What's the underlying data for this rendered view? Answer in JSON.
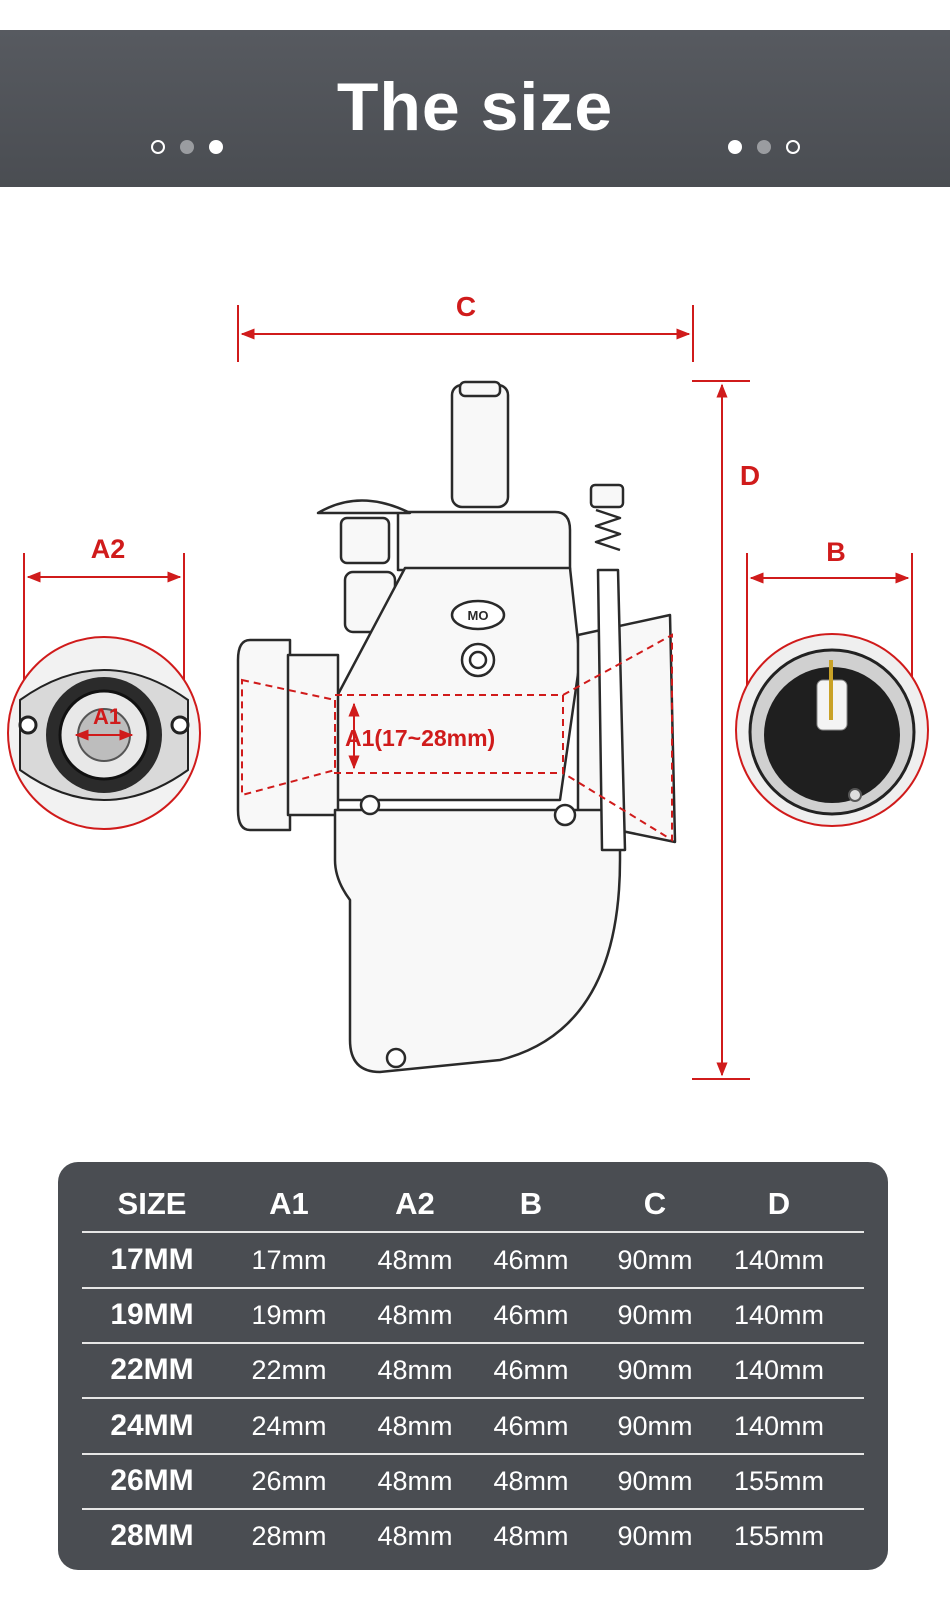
{
  "header": {
    "title": "The size"
  },
  "diagram": {
    "label_c": "C",
    "label_d": "D",
    "label_a2": "A2",
    "label_b": "B",
    "label_a1": "A1",
    "label_a1_range": "A1(17~28mm)",
    "logo_text": "MO",
    "accent_color": "#d01b1b"
  },
  "table": {
    "headers": [
      "SIZE",
      "A1",
      "A2",
      "B",
      "C",
      "D"
    ],
    "rows": [
      [
        "17MM",
        "17mm",
        "48mm",
        "46mm",
        "90mm",
        "140mm"
      ],
      [
        "19MM",
        "19mm",
        "48mm",
        "46mm",
        "90mm",
        "140mm"
      ],
      [
        "22MM",
        "22mm",
        "48mm",
        "46mm",
        "90mm",
        "140mm"
      ],
      [
        "24MM",
        "24mm",
        "48mm",
        "46mm",
        "90mm",
        "140mm"
      ],
      [
        "26MM",
        "26mm",
        "48mm",
        "48mm",
        "90mm",
        "155mm"
      ],
      [
        "28MM",
        "28mm",
        "48mm",
        "48mm",
        "90mm",
        "155mm"
      ]
    ]
  }
}
